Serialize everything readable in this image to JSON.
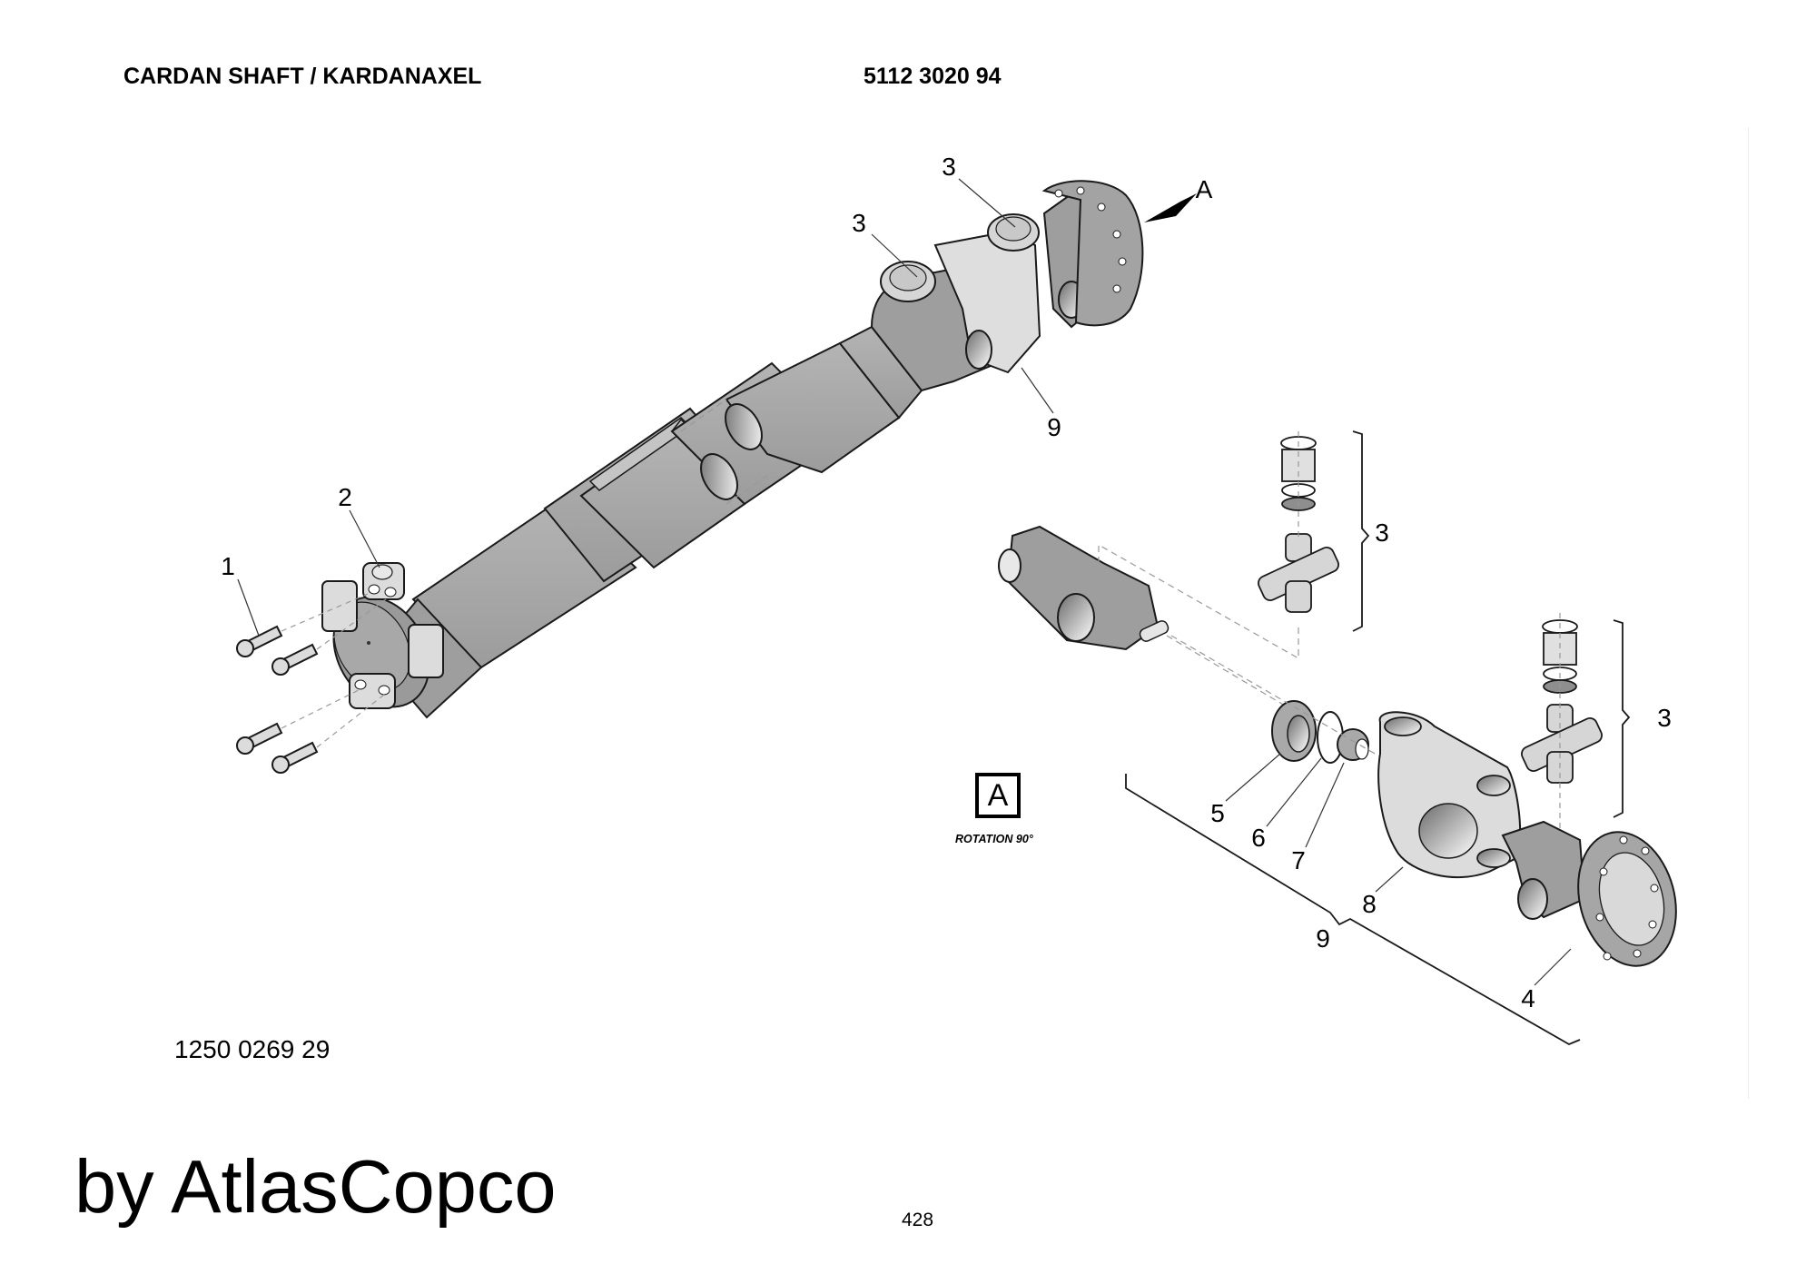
{
  "header": {
    "title": "CARDAN SHAFT / KARDANAXEL",
    "part_number": "5112 3020 94"
  },
  "drawing": {
    "callouts": [
      {
        "id": "callout-1",
        "label": "1"
      },
      {
        "id": "callout-2",
        "label": "2"
      },
      {
        "id": "callout-3-top-a",
        "label": "3"
      },
      {
        "id": "callout-3-top-b",
        "label": "3"
      },
      {
        "id": "callout-9-top",
        "label": "9"
      },
      {
        "id": "callout-3-upper-bracket",
        "label": "3"
      },
      {
        "id": "callout-3-lower-bracket",
        "label": "3"
      },
      {
        "id": "callout-5",
        "label": "5"
      },
      {
        "id": "callout-6",
        "label": "6"
      },
      {
        "id": "callout-7",
        "label": "7"
      },
      {
        "id": "callout-8",
        "label": "8"
      },
      {
        "id": "callout-9-bracket",
        "label": "9"
      },
      {
        "id": "callout-4",
        "label": "4"
      }
    ],
    "view_arrow_label": "A",
    "view_box_label": "A",
    "view_note": "ROTATION 90°",
    "reference_number": "1250 0269 29",
    "colors": {
      "part_dark": "#a9a9a9",
      "part_light": "#dcdcdc",
      "outline": "#1a1a1a"
    }
  },
  "footer": {
    "brand": "by AtlasCopco",
    "page_number": "428"
  }
}
